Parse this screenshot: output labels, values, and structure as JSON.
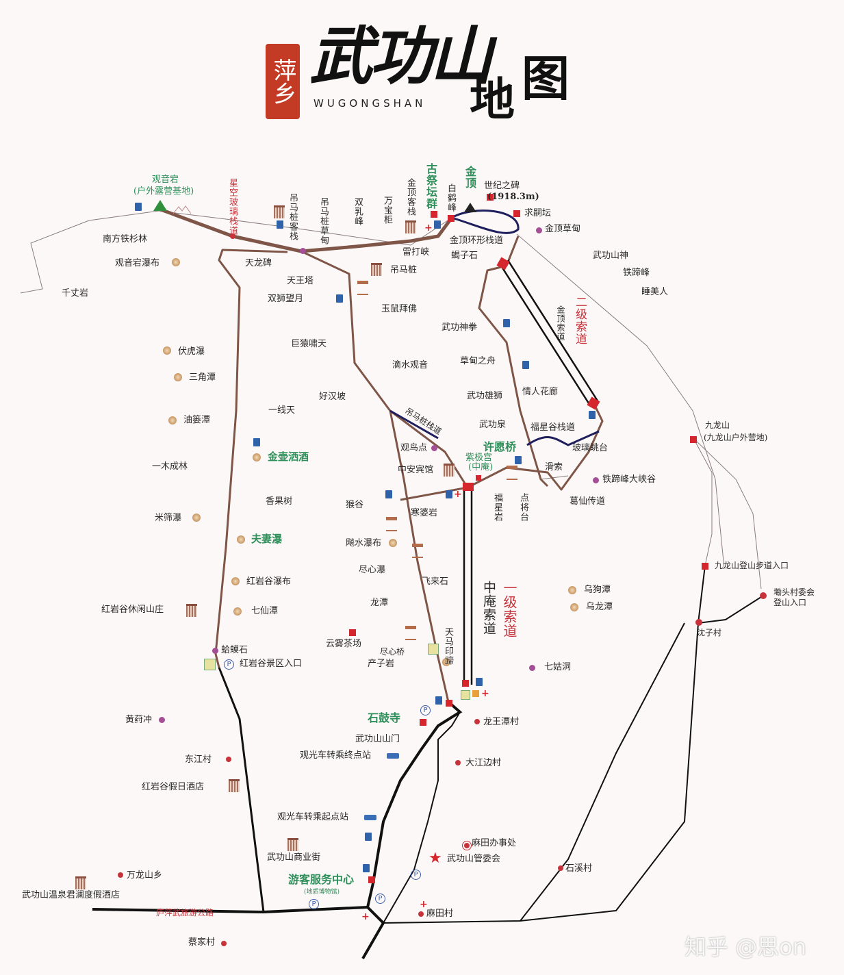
{
  "title": {
    "seal": "萍乡",
    "main": "武功山",
    "pinyin": "WUGONGSHAN",
    "sub": "地",
    "sub2": "图"
  },
  "watermark": "知乎 @思on",
  "colors": {
    "trail": "#7e5547",
    "road": "#111111",
    "boardwalk": "#1f1f5e",
    "cableway": "#111111",
    "station": "#d6262d",
    "poi": "#a44f95",
    "village": "#c8323a",
    "green_label": "#2f8f5a",
    "red_label": "#c8323a"
  },
  "labels": {
    "guanyindang": "观音宕",
    "camp": "(户外露营基地)",
    "xingkong": "星空玻璃栈道",
    "dmz_inn": "吊马桩客栈",
    "dmz_meadow": "吊马桩草甸",
    "shuangru": "双乳峰",
    "wanbao": "万宝柜",
    "jd_inn": "金顶客栈",
    "gujitan": "古祭坛群",
    "baihe": "白鹤峰",
    "jinding": "金顶",
    "monument": "世纪之碑",
    "altitude": "(1918.3m)",
    "qiusi": "求嗣坛",
    "jd_meadow": "金顶草甸",
    "jd_loop": "金顶环形栈道",
    "xiezi": "蝎子石",
    "shen": "武功山神",
    "tieti": "铁蹄峰",
    "shuimeiren": "睡美人",
    "tieshan": "南方铁杉林",
    "gyd_fall": "观音宕瀑布",
    "qianzhang": "千丈岩",
    "tianlong": "天龙碑",
    "leida": "雷打峡",
    "diaomazhuang": "吊马桩",
    "tianwang": "天王塔",
    "shuangshi": "双狮望月",
    "yushu": "玉鼠拜佛",
    "shenquan": "武功神拳",
    "jd_cable": "金顶索道",
    "cable2": "二级索道",
    "fuhu": "伏虎瀑",
    "juyuan": "巨猿啸天",
    "dishui": "滴水观音",
    "caodian": "草甸之舟",
    "sanjiao": "三角潭",
    "haohan": "好汉坡",
    "xiongshi": "武功雄狮",
    "qingren": "情人花廊",
    "yixian": "一线天",
    "youlou": "油篓潭",
    "dmz_plank": "吊马桩栈道",
    "wgquan": "武功泉",
    "fuxing_plank": "福星谷栈道",
    "guanniao": "观鸟点",
    "xuyuan": "许愿桥",
    "glass": "玻璃眺台",
    "ziji": "紫极宫",
    "zhongan_paren": "(中庵)",
    "jinhu": "金壶洒酒",
    "yimu": "一木成林",
    "zhongan_hotel": "中安宾馆",
    "zipline": "滑索",
    "canyon": "铁蹄峰大峡谷",
    "fuxingyan": "福星岩",
    "dianjiang": "点将台",
    "gexian": "葛仙传道",
    "xiangguo": "香果树",
    "hougu": "猴谷",
    "hanpo": "寒婆岩",
    "mishai": "米筛瀑",
    "fuqi": "夫妻瀑",
    "biaoshui": "飚水瀑布",
    "jinxin": "尽心瀑",
    "feilai": "飞来石",
    "za_cable": "中庵索道",
    "cable1": "一级索道",
    "hyg_fall": "红岩谷瀑布",
    "wugou": "乌狗潭",
    "longtan": "龙潭",
    "wulong": "乌龙潭",
    "hyg_resort": "红岩谷休闲山庄",
    "qixian": "七仙潭",
    "tianma": "天马印蹄",
    "tea": "云雾茶场",
    "hama": "蛤蟆石",
    "jinxin_bridge": "尽心桥",
    "hyg_entry": "红岩谷景区入口",
    "chanzi": "产子岩",
    "qigu": "七姑洞",
    "shigu": "石鼓寺",
    "huangjiu": "黄荮冲",
    "longwang": "龙王潭村",
    "gate": "武功山山门",
    "bus_end": "观光车转乘终点站",
    "dongjiang": "东江村",
    "dajiang": "大江边村",
    "hyg_hotel": "红岩谷假日酒店",
    "bus_start": "观光车转乘起点站",
    "matian_office": "麻田办事处",
    "street": "武功山商业街",
    "committee": "武功山管委会",
    "shixi": "石溪村",
    "wanlong": "万龙山乡",
    "visitor": "游客服务中心",
    "museum": "(地质博物馆)",
    "spa": "武功山温泉君澜度假酒店",
    "highway": "庐萍武旅游公路",
    "matian": "麻田村",
    "caijia": "蔡家村",
    "jiulong": "九龙山",
    "jiulong_camp": "(九龙山户外营地)",
    "jiulong_trail": "九龙山登山步道入口",
    "kantou": "墈头村委会",
    "kantou_entry": "登山入口",
    "shenzi": "沈子村"
  }
}
